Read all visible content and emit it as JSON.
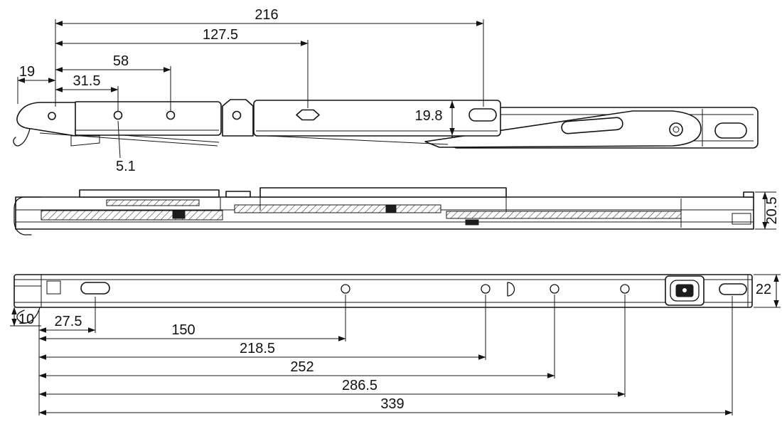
{
  "drawing": {
    "background": "#ffffff",
    "line_color": "#141414",
    "top_view": {
      "dims": {
        "overall": "216",
        "to_hex": "127.5",
        "to_hole2": "58",
        "end_offset": "19",
        "to_hole1": "31.5",
        "arm_width": "19.8",
        "hole_diameter": "5.1"
      }
    },
    "side_view": {
      "dims": {
        "stack_height": "20.5"
      }
    },
    "bottom_view": {
      "dims": {
        "hook_drop": "10",
        "to_slot": "27.5",
        "to_hole1": "150",
        "to_hole2": "218.5",
        "to_hole3": "252",
        "to_hole4": "286.5",
        "to_end_slot": "339",
        "rail_width": "22"
      }
    }
  }
}
